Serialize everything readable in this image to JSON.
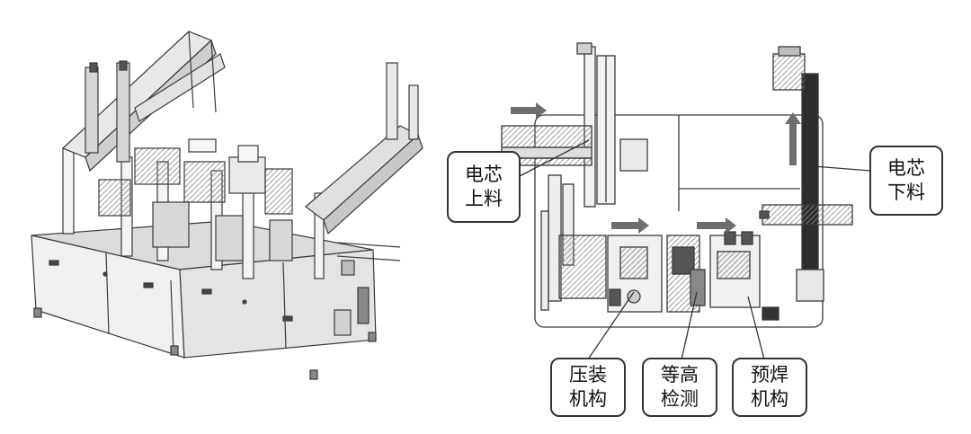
{
  "callouts": {
    "feed_in": {
      "line1": "电芯",
      "line2": "上料"
    },
    "feed_out": {
      "line1": "电芯",
      "line2": "下料"
    },
    "press": {
      "line1": "压装",
      "line2": "机构"
    },
    "height": {
      "line1": "等高",
      "line2": "检测"
    },
    "preweld": {
      "line1": "预焊",
      "line2": "机构"
    }
  },
  "colors": {
    "line": "#333333",
    "arrow": "#6e6e6e",
    "machine_fill": "#e6e6e6",
    "machine_dark": "#555555"
  }
}
